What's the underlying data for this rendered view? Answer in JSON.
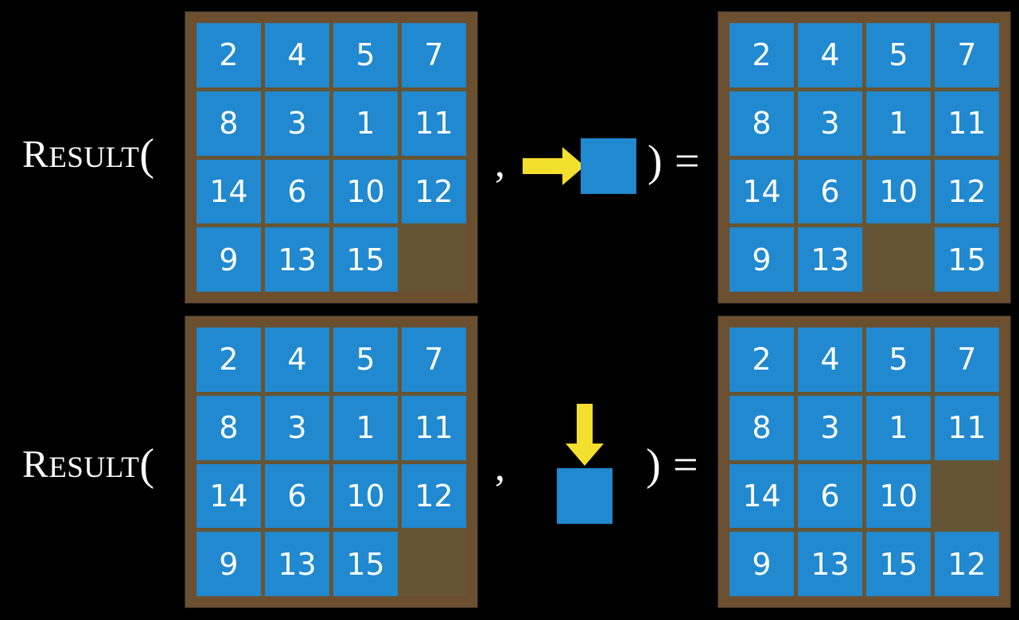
{
  "theme": {
    "background": "#000000",
    "tile_color": "#2089d0",
    "board_frame_color": "#6b4f2f",
    "board_interior_color": "#655534",
    "arrow_color": "#f5df2e",
    "text_color": "#ffffff"
  },
  "equations": [
    {
      "label_big": "R",
      "label_small": "ESULT",
      "label_open_paren": "(",
      "comma": ",",
      "close_paren": ")",
      "equals": "=",
      "action": {
        "icon": "arrow-right-icon",
        "direction": "right",
        "description": "slide tile right"
      },
      "input_board": {
        "rows": [
          [
            "2",
            "4",
            "5",
            "7"
          ],
          [
            "8",
            "3",
            "1",
            "11"
          ],
          [
            "14",
            "6",
            "10",
            "12"
          ],
          [
            "9",
            "13",
            "15",
            ""
          ]
        ]
      },
      "output_board": {
        "rows": [
          [
            "2",
            "4",
            "5",
            "7"
          ],
          [
            "8",
            "3",
            "1",
            "11"
          ],
          [
            "14",
            "6",
            "10",
            "12"
          ],
          [
            "9",
            "13",
            "",
            "15"
          ]
        ]
      }
    },
    {
      "label_big": "R",
      "label_small": "ESULT",
      "label_open_paren": "(",
      "comma": ",",
      "close_paren": ")",
      "equals": "=",
      "action": {
        "icon": "arrow-down-icon",
        "direction": "down",
        "description": "slide tile down"
      },
      "input_board": {
        "rows": [
          [
            "2",
            "4",
            "5",
            "7"
          ],
          [
            "8",
            "3",
            "1",
            "11"
          ],
          [
            "14",
            "6",
            "10",
            "12"
          ],
          [
            "9",
            "13",
            "15",
            ""
          ]
        ]
      },
      "output_board": {
        "rows": [
          [
            "2",
            "4",
            "5",
            "7"
          ],
          [
            "8",
            "3",
            "1",
            "11"
          ],
          [
            "14",
            "6",
            "10",
            ""
          ],
          [
            "9",
            "13",
            "15",
            "12"
          ]
        ]
      }
    }
  ]
}
